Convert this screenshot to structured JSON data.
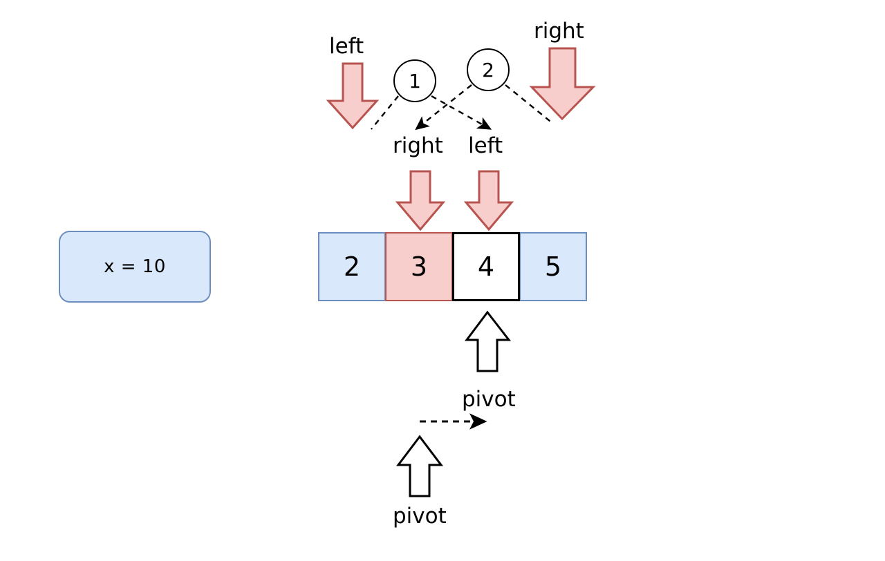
{
  "diagram": {
    "title": "quicksort-partition-pointer-step",
    "colors": {
      "blue_fill": "#dae8fc",
      "blue_stroke": "#6c8ebf",
      "red_fill": "#f8cecc",
      "red_stroke": "#b85450",
      "black": "#000000",
      "white": "#ffffff"
    }
  },
  "variable_box": {
    "text": "x = 10"
  },
  "array": {
    "cells": [
      {
        "value": "2",
        "style": "blue"
      },
      {
        "value": "3",
        "style": "pink"
      },
      {
        "value": "4",
        "style": "white"
      },
      {
        "value": "5",
        "style": "blue"
      }
    ]
  },
  "markers": {
    "circle_one": "1",
    "circle_two": "2",
    "top_left_label": "left",
    "top_right_label": "right",
    "mid_right_label": "right",
    "mid_left_label": "left",
    "pivot_upper_label": "pivot",
    "pivot_lower_label": "pivot"
  }
}
